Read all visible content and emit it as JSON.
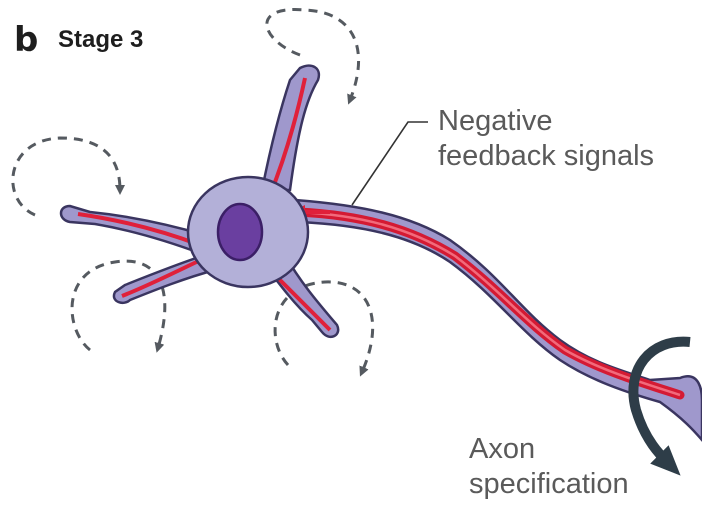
{
  "panel": {
    "letter": "b",
    "title": "Stage 3"
  },
  "labels": {
    "negative_feedback_line1": "Negative",
    "negative_feedback_line2": "feedback signals",
    "axon_line1": "Axon",
    "axon_line2": "specification"
  },
  "colors": {
    "cell_fill": "#b3b0d8",
    "cell_outline": "#3a3560",
    "nucleus": "#6a3fa0",
    "signal_red": "#e0203a",
    "neurite_fill": "#9f98cc",
    "dashed_arrow": "#555a60",
    "axon_arrow": "#2e3d48"
  }
}
